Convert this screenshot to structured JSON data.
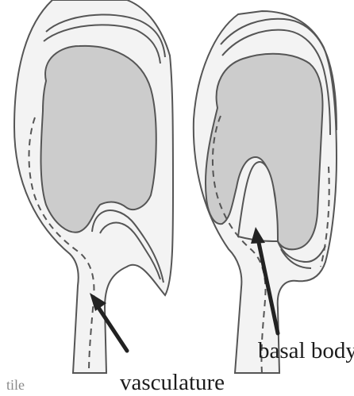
{
  "diagram": {
    "labels": {
      "vasculature": "vasculature",
      "basal_body": "basal body",
      "cut_off": "tile"
    },
    "colors": {
      "background": "#ffffff",
      "outer_fill": "#f3f3f3",
      "inner_fill": "#cccccc",
      "stroke": "#555555",
      "arrow": "#222222",
      "label": "#1c1c1c"
    }
  }
}
